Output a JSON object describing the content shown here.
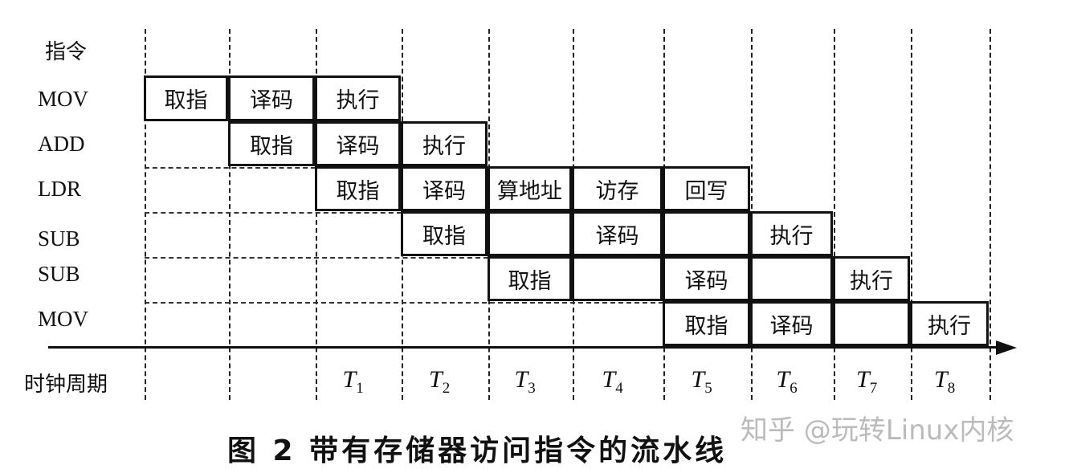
{
  "header": {
    "instr_label": "指令",
    "clock_label": "时钟周期"
  },
  "rows": [
    {
      "name": "MOV"
    },
    {
      "name": "ADD"
    },
    {
      "name": "LDR"
    },
    {
      "name": "SUB"
    },
    {
      "name": "SUB"
    },
    {
      "name": "MOV"
    }
  ],
  "stages": {
    "fetch": "取指",
    "decode": "译码",
    "execute": "执行",
    "addr": "算地址",
    "mem": "访存",
    "wb": "回写"
  },
  "cells": [
    {
      "row": 0,
      "col": 0,
      "text": "取指"
    },
    {
      "row": 0,
      "col": 1,
      "text": "译码"
    },
    {
      "row": 0,
      "col": 2,
      "text": "执行"
    },
    {
      "row": 1,
      "col": 1,
      "text": "取指"
    },
    {
      "row": 1,
      "col": 2,
      "text": "译码"
    },
    {
      "row": 1,
      "col": 3,
      "text": "执行"
    },
    {
      "row": 2,
      "col": 2,
      "text": "取指"
    },
    {
      "row": 2,
      "col": 3,
      "text": "译码"
    },
    {
      "row": 2,
      "col": 4,
      "text": "算地址"
    },
    {
      "row": 2,
      "col": 5,
      "text": "访存"
    },
    {
      "row": 2,
      "col": 6,
      "text": "回写"
    },
    {
      "row": 3,
      "col": 3,
      "text": "取指"
    },
    {
      "row": 3,
      "col": 4,
      "text": ""
    },
    {
      "row": 3,
      "col": 5,
      "text": "译码"
    },
    {
      "row": 3,
      "col": 6,
      "text": ""
    },
    {
      "row": 3,
      "col": 7,
      "text": "执行"
    },
    {
      "row": 4,
      "col": 4,
      "text": "取指"
    },
    {
      "row": 4,
      "col": 5,
      "text": ""
    },
    {
      "row": 4,
      "col": 6,
      "text": "译码"
    },
    {
      "row": 4,
      "col": 7,
      "text": ""
    },
    {
      "row": 4,
      "col": 8,
      "text": "执行"
    },
    {
      "row": 5,
      "col": 6,
      "text": "取指"
    },
    {
      "row": 5,
      "col": 7,
      "text": "译码"
    },
    {
      "row": 5,
      "col": 8,
      "text": ""
    },
    {
      "row": 5,
      "col": 9,
      "text": "执行"
    }
  ],
  "clock": [
    "",
    "",
    "T1",
    "T2",
    "T3",
    "T4",
    "T5",
    "T6",
    "T7",
    "T8"
  ],
  "caption": "图 2   带有存储器访问指令的流水线",
  "watermark": "知乎 @玩转Linux内核"
}
